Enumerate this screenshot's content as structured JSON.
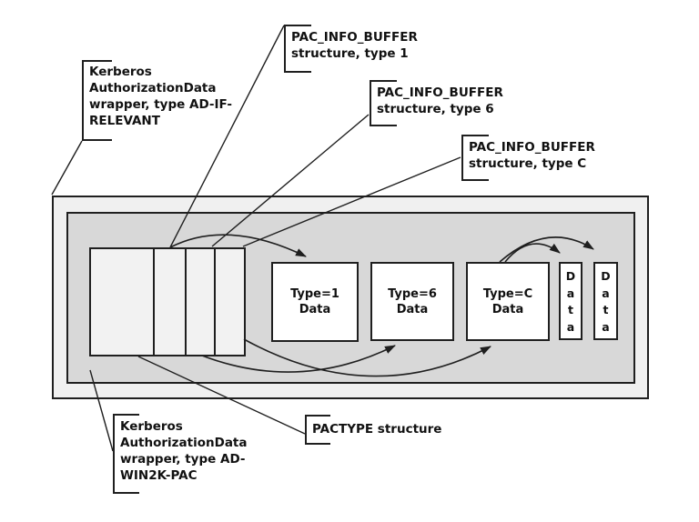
{
  "title": "PAC layout diagram",
  "colors": {
    "line": "#1f1f1f",
    "outer-fill": "#f0f0f0",
    "inner-fill": "#d8d8d8",
    "cell-fill": "#f2f2f2",
    "white-fill": "#ffffff",
    "text": "#111111",
    "background": "#ffffff"
  },
  "labels": {
    "ad_if_relevant": {
      "lines": [
        "Kerberos",
        "AuthorizationData",
        "wrapper, type AD-IF-",
        "RELEVANT"
      ]
    },
    "pac_info_type1": {
      "lines": [
        "PAC_INFO_BUFFER",
        "structure, type 1"
      ]
    },
    "pac_info_type6": {
      "lines": [
        "PAC_INFO_BUFFER",
        "structure, type 6"
      ]
    },
    "pac_info_typec": {
      "lines": [
        "PAC_INFO_BUFFER",
        "structure, type C"
      ]
    },
    "pactype": {
      "lines": [
        "PACTYPE structure"
      ]
    },
    "ad_win2k_pac": {
      "lines": [
        "Kerberos",
        "AuthorizationData",
        "wrapper, type AD-",
        "WIN2K-PAC"
      ]
    }
  },
  "boxes": {
    "type1": {
      "title": "Type=1",
      "subtitle": "Data"
    },
    "type6": {
      "title": "Type=6",
      "subtitle": "Data"
    },
    "typec": {
      "title": "Type=C",
      "subtitle": "Data"
    },
    "data_col1": {
      "text": "Data"
    },
    "data_col2": {
      "text": "Data"
    }
  }
}
